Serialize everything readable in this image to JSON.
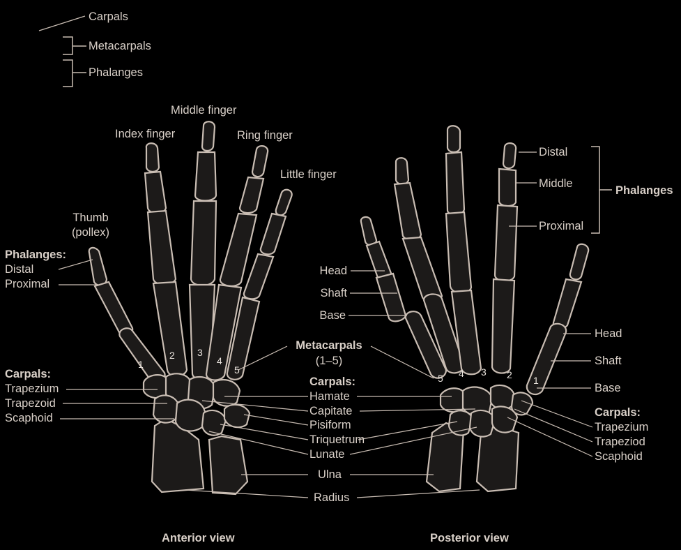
{
  "key": {
    "carpals": "Carpals",
    "metacarpals": "Metacarpals",
    "phalanges": "Phalanges"
  },
  "anterior": {
    "fingers": {
      "index": "Index finger",
      "middle": "Middle finger",
      "ring": "Ring finger",
      "little": "Little finger",
      "thumb_line1": "Thumb",
      "thumb_line2": "(pollex)"
    },
    "phalanges_heading": "Phalanges:",
    "distal": "Distal",
    "proximal": "Proximal",
    "carpals_heading": "Carpals:",
    "trapezium": "Trapezium",
    "trapezoid": "Trapezoid",
    "scaphoid": "Scaphoid",
    "numbers": [
      "1",
      "2",
      "3",
      "4",
      "5"
    ],
    "caption": "Anterior view"
  },
  "center": {
    "metacarpals_heading": "Metacarpals",
    "metacarpals_range": "(1–5)",
    "carpals_heading": "Carpals:",
    "hamate": "Hamate",
    "capitate": "Capitate",
    "pisiform": "Pisiform",
    "triquetrum": "Triquetrum",
    "lunate": "Lunate",
    "ulna": "Ulna",
    "radius": "Radius"
  },
  "posterior": {
    "head": "Head",
    "shaft": "Shaft",
    "base": "Base",
    "distal": "Distal",
    "middle": "Middle",
    "proximal": "Proximal",
    "phalanges_heading": "Phalanges",
    "head_right": "Head",
    "shaft_right": "Shaft",
    "base_right": "Base",
    "carpals_heading": "Carpals:",
    "trapezium": "Trapezium",
    "trapezoid": "Trapeziod",
    "scaphoid": "Scaphoid",
    "numbers": [
      "5",
      "4",
      "3",
      "2",
      "1"
    ],
    "caption": "Posterior view"
  },
  "colors": {
    "background": "#000000",
    "bone_fill": "#1c1a19",
    "bone_outline": "#c9bdb3",
    "text": "#d9d0c8"
  }
}
